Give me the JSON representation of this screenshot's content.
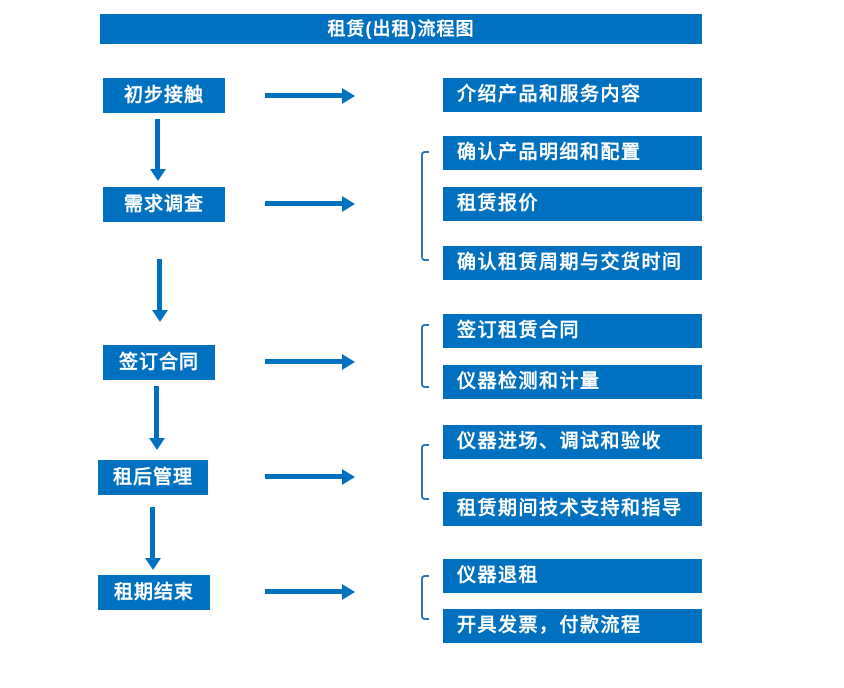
{
  "title": "租赁(出租)流程图",
  "colors": {
    "primary": "#0070C0",
    "bracket": "#2e75b6",
    "background": "#ffffff",
    "text_on_primary": "#ffffff"
  },
  "diagram_type": "flowchart",
  "steps": [
    {
      "label": "初步接触",
      "details": [
        "介绍产品和服务内容"
      ]
    },
    {
      "label": "需求调查",
      "details": [
        "确认产品明细和配置",
        "租赁报价",
        "确认租赁周期与交货时间"
      ]
    },
    {
      "label": "签订合同",
      "details": [
        "签订租赁合同",
        "仪器检测和计量"
      ]
    },
    {
      "label": "租后管理",
      "details": [
        "仪器进场、调试和验收",
        "租赁期间技术支持和指导"
      ]
    },
    {
      "label": "租期结束",
      "details": [
        "仪器退租",
        "开具发票，付款流程"
      ]
    }
  ]
}
